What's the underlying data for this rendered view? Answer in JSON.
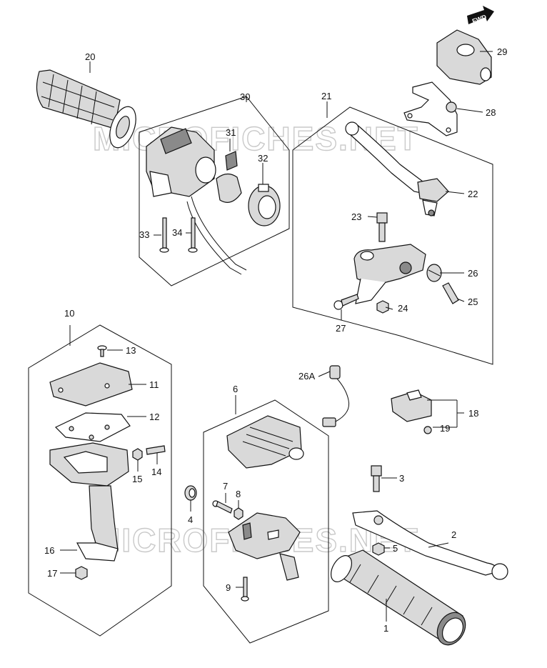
{
  "fwd_label": "FWD",
  "watermarks": [
    "MICROFICHES.NET",
    "MICROFICHES.NET"
  ],
  "callouts": {
    "p1": "1",
    "p2": "2",
    "p3": "3",
    "p4": "4",
    "p5": "5",
    "p6": "6",
    "p7": "7",
    "p8": "8",
    "p9": "9",
    "p10": "10",
    "p11": "11",
    "p12": "12",
    "p13": "13",
    "p14": "14",
    "p15": "15",
    "p16": "16",
    "p17": "17",
    "p18": "18",
    "p19": "19",
    "p20": "20",
    "p21": "21",
    "p22": "22",
    "p23": "23",
    "p24": "24",
    "p25": "25",
    "p26": "26",
    "p26A": "26A",
    "p27": "27",
    "p28": "28",
    "p29": "29",
    "p30": "30",
    "p31": "31",
    "p32": "32",
    "p33": "33",
    "p34": "34"
  },
  "colors": {
    "line": "#111111",
    "part_fill": "#d9d9d9",
    "part_dark": "#8a8a8a",
    "watermark": "#c9c9c9"
  }
}
